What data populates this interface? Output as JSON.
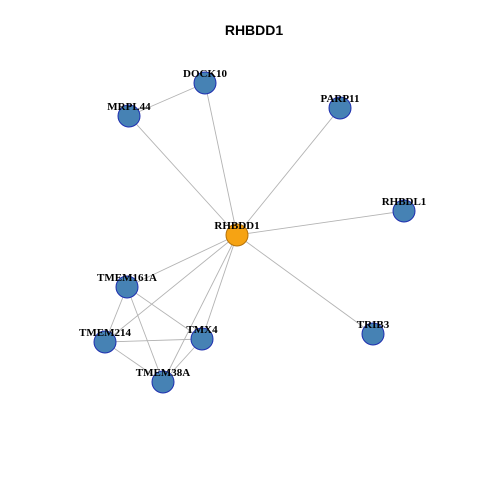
{
  "title": "RHBDD1",
  "colors": {
    "center_node": "#f6a313",
    "center_stroke": "#b5720a",
    "neighbor_node": "#4682b4",
    "neighbor_stroke": "#1f2fb0",
    "edge": "#b3b3b3"
  },
  "nodes": [
    {
      "id": "RHBDD1",
      "label": "RHBDD1",
      "role": "center"
    },
    {
      "id": "DOCK10",
      "label": "DOCK10",
      "role": "neighbor"
    },
    {
      "id": "MRPL44",
      "label": "MRPL44",
      "role": "neighbor"
    },
    {
      "id": "PARP11",
      "label": "PARP11",
      "role": "neighbor"
    },
    {
      "id": "RHBDL1",
      "label": "RHBDL1",
      "role": "neighbor"
    },
    {
      "id": "TMEM161A",
      "label": "TMEM161A",
      "role": "neighbor"
    },
    {
      "id": "TMEM214",
      "label": "TMEM214",
      "role": "neighbor"
    },
    {
      "id": "TMX4",
      "label": "TMX4",
      "role": "neighbor"
    },
    {
      "id": "TMEM38A",
      "label": "TMEM38A",
      "role": "neighbor"
    },
    {
      "id": "TRIB3",
      "label": "TRIB3",
      "role": "neighbor"
    }
  ],
  "edges": [
    [
      "RHBDD1",
      "DOCK10"
    ],
    [
      "RHBDD1",
      "MRPL44"
    ],
    [
      "RHBDD1",
      "PARP11"
    ],
    [
      "RHBDD1",
      "RHBDL1"
    ],
    [
      "RHBDD1",
      "TMEM161A"
    ],
    [
      "RHBDD1",
      "TMEM214"
    ],
    [
      "RHBDD1",
      "TMX4"
    ],
    [
      "RHBDD1",
      "TMEM38A"
    ],
    [
      "RHBDD1",
      "TRIB3"
    ],
    [
      "DOCK10",
      "MRPL44"
    ],
    [
      "TMEM161A",
      "TMEM214"
    ],
    [
      "TMEM161A",
      "TMX4"
    ],
    [
      "TMEM161A",
      "TMEM38A"
    ],
    [
      "TMEM214",
      "TMX4"
    ],
    [
      "TMEM214",
      "TMEM38A"
    ],
    [
      "TMX4",
      "TMEM38A"
    ]
  ]
}
